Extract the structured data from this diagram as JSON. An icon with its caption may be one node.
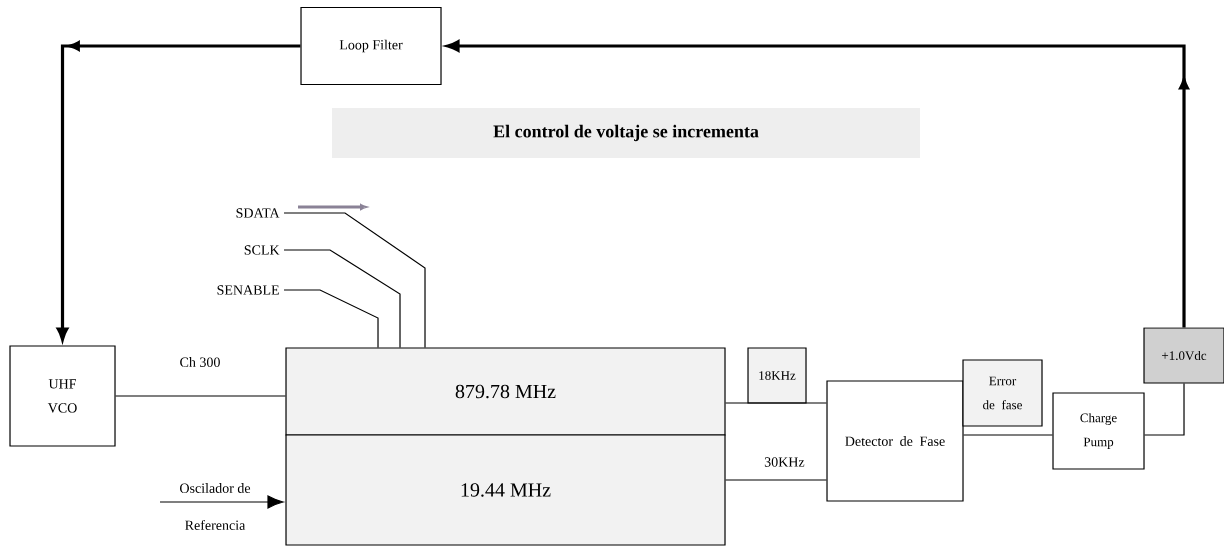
{
  "diagram": {
    "nodes": [
      {
        "text": [
          "Loop Filter"
        ]
      },
      {
        "text": [
          "El control de voltaje se incrementa"
        ]
      },
      {
        "text": [
          "SDATA"
        ]
      },
      {
        "text": [
          "SCLK"
        ]
      },
      {
        "text": [
          "SENABLE"
        ]
      },
      {
        "text": [
          "UHF VCO"
        ]
      },
      {
        "text": [
          "879.78 MHz"
        ]
      },
      {
        "text": [
          "19.44 MHz"
        ]
      },
      {
        "text": [
          "18KHz"
        ]
      },
      {
        "text": [
          "Detector de Fase"
        ]
      },
      {
        "text": [
          "Error de fase"
        ]
      },
      {
        "text": [
          "Charge Pump"
        ]
      },
      {
        "text": [
          "+1.0Vdc"
        ]
      }
    ],
    "edges": [
      {
        "from": 0,
        "to": 5,
        "arrow": "to",
        "style": "thick"
      },
      {
        "from": 12,
        "to": 0,
        "arrow": "to",
        "style": "thick"
      },
      {
        "from": 5,
        "to": 6,
        "arrow": "none"
      },
      {
        "from": 2,
        "to": 6,
        "arrow": "none"
      },
      {
        "from": 3,
        "to": 6,
        "arrow": "none"
      },
      {
        "from": 4,
        "to": 6,
        "arrow": "none"
      },
      {
        "from": 6,
        "to": 9,
        "arrow": "none"
      },
      {
        "from": 7,
        "to": 9,
        "label": "30KHz",
        "arrow": "none"
      },
      {
        "from": 9,
        "to": 11,
        "arrow": "none"
      },
      {
        "from": 11,
        "to": 12,
        "arrow": "none"
      },
      {
        "from": null,
        "to": 7,
        "arrow": "to"
      }
    ],
    "labels": [
      "Ch 300",
      "Oscilador de",
      "Referencia"
    ]
  }
}
